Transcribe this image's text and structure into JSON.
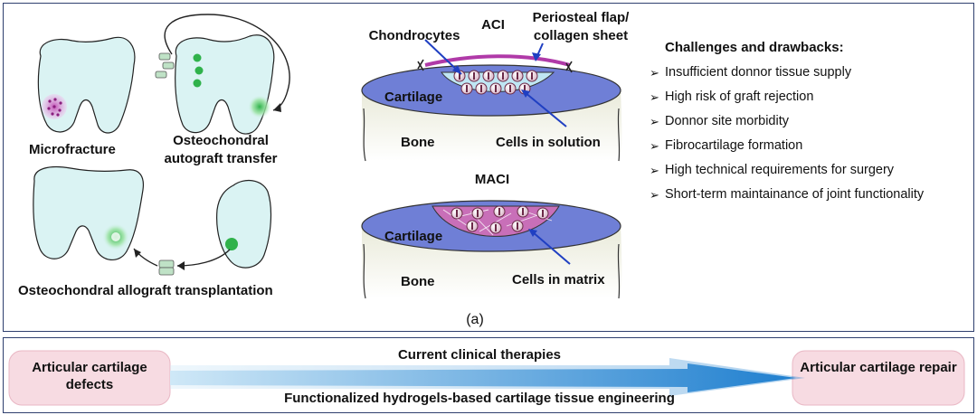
{
  "procedures": {
    "microfracture": "Microfracture",
    "autograft_line1": "Osteochondral",
    "autograft_line2": "autograft transfer",
    "allograft": "Osteochondral allograft transplantation"
  },
  "aci": {
    "title": "ACI",
    "chondrocytes": "Chondrocytes",
    "flap_line1": "Periosteal flap/",
    "flap_line2": "collagen sheet",
    "cartilage": "Cartilage",
    "bone": "Bone",
    "cells": "Cells in solution"
  },
  "maci": {
    "title": "MACI",
    "cartilage": "Cartilage",
    "bone": "Bone",
    "cells": "Cells in matrix"
  },
  "caption": "(a)",
  "challenges": {
    "title": "Challenges and drawbacks:",
    "items": [
      "Insufficient donnor tissue supply",
      "High risk of graft rejection",
      "Donnor site morbidity",
      "Fibrocartilage formation",
      "High technical requirements for surgery",
      "Short-term maintainance of joint functionality"
    ]
  },
  "bottom": {
    "left_box": "Articular cartilage defects",
    "right_box": "Articular cartilage repair",
    "arrow_top": "Current clinical therapies",
    "arrow_bottom": "Functionalized hydrogels-based cartilage tissue engineering"
  },
  "colors": {
    "border": "#2e3f6e",
    "knee_fill": "#daf3f3",
    "cartilage_fill": "#6f7fd6",
    "defect_fill": "#bfe6f3",
    "arrow_blue": "#1f3fc2",
    "box_pink": "#f7dbe2",
    "graft_green": "#2fb24b"
  }
}
